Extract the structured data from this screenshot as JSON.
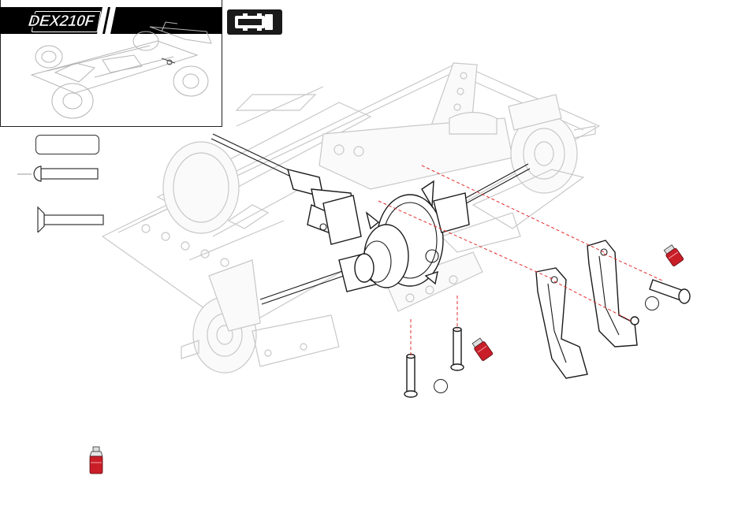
{
  "header": {
    "model_logo": "DEX210F",
    "view_icon": "rear-view-car-icon"
  },
  "hardware": {
    "short_screw_icon": "button-head-screw-icon",
    "long_screw_icon": "flat-head-screw-icon",
    "thread_lock_icon": "thread-lock-bottle-icon"
  },
  "colors": {
    "leader_line": "#e32b2b",
    "thread_lock": "#c91e28",
    "header_bg": "#000000"
  },
  "parts": [
    "chassis",
    "rear-gearbox",
    "rear-wheel-hub",
    "left-wheel-hub",
    "rear-shock-tower",
    "wing-mount",
    "center-driveshaft",
    "rear-chassis-brace-left",
    "rear-chassis-brace-right"
  ]
}
